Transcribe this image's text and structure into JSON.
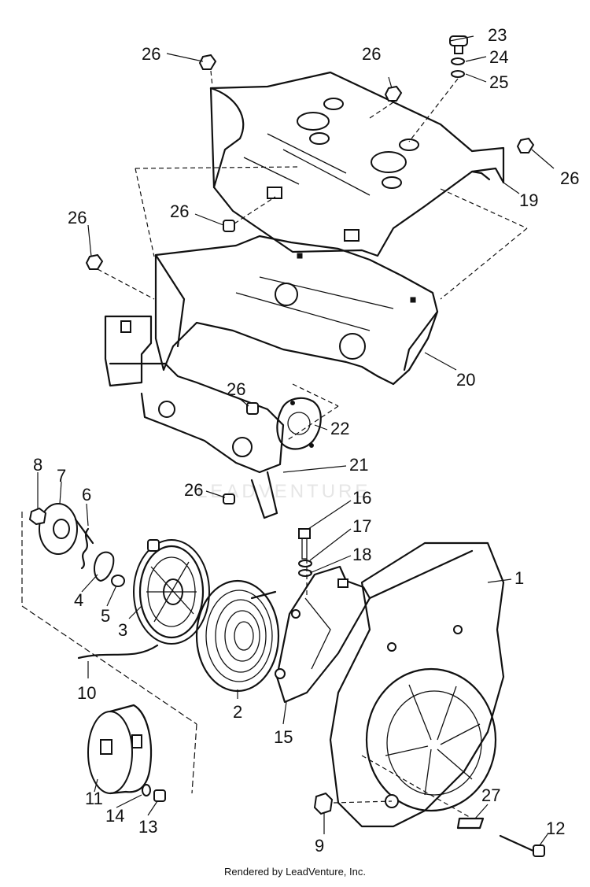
{
  "labels": {
    "p1": "1",
    "p2": "2",
    "p3": "3",
    "p4": "4",
    "p5": "5",
    "p6": "6",
    "p7": "7",
    "p8": "8",
    "p9": "9",
    "p10": "10",
    "p11": "11",
    "p12": "12",
    "p13": "13",
    "p14": "14",
    "p15": "15",
    "p16": "16",
    "p17": "17",
    "p18": "18",
    "p19": "19",
    "p20": "20",
    "p21": "21",
    "p22": "22",
    "p23": "23",
    "p24": "24",
    "p25": "25",
    "p26": "26",
    "p27": "27"
  },
  "watermark": "LEADVENTURE",
  "footer": "Rendered by LeadVenture, Inc."
}
